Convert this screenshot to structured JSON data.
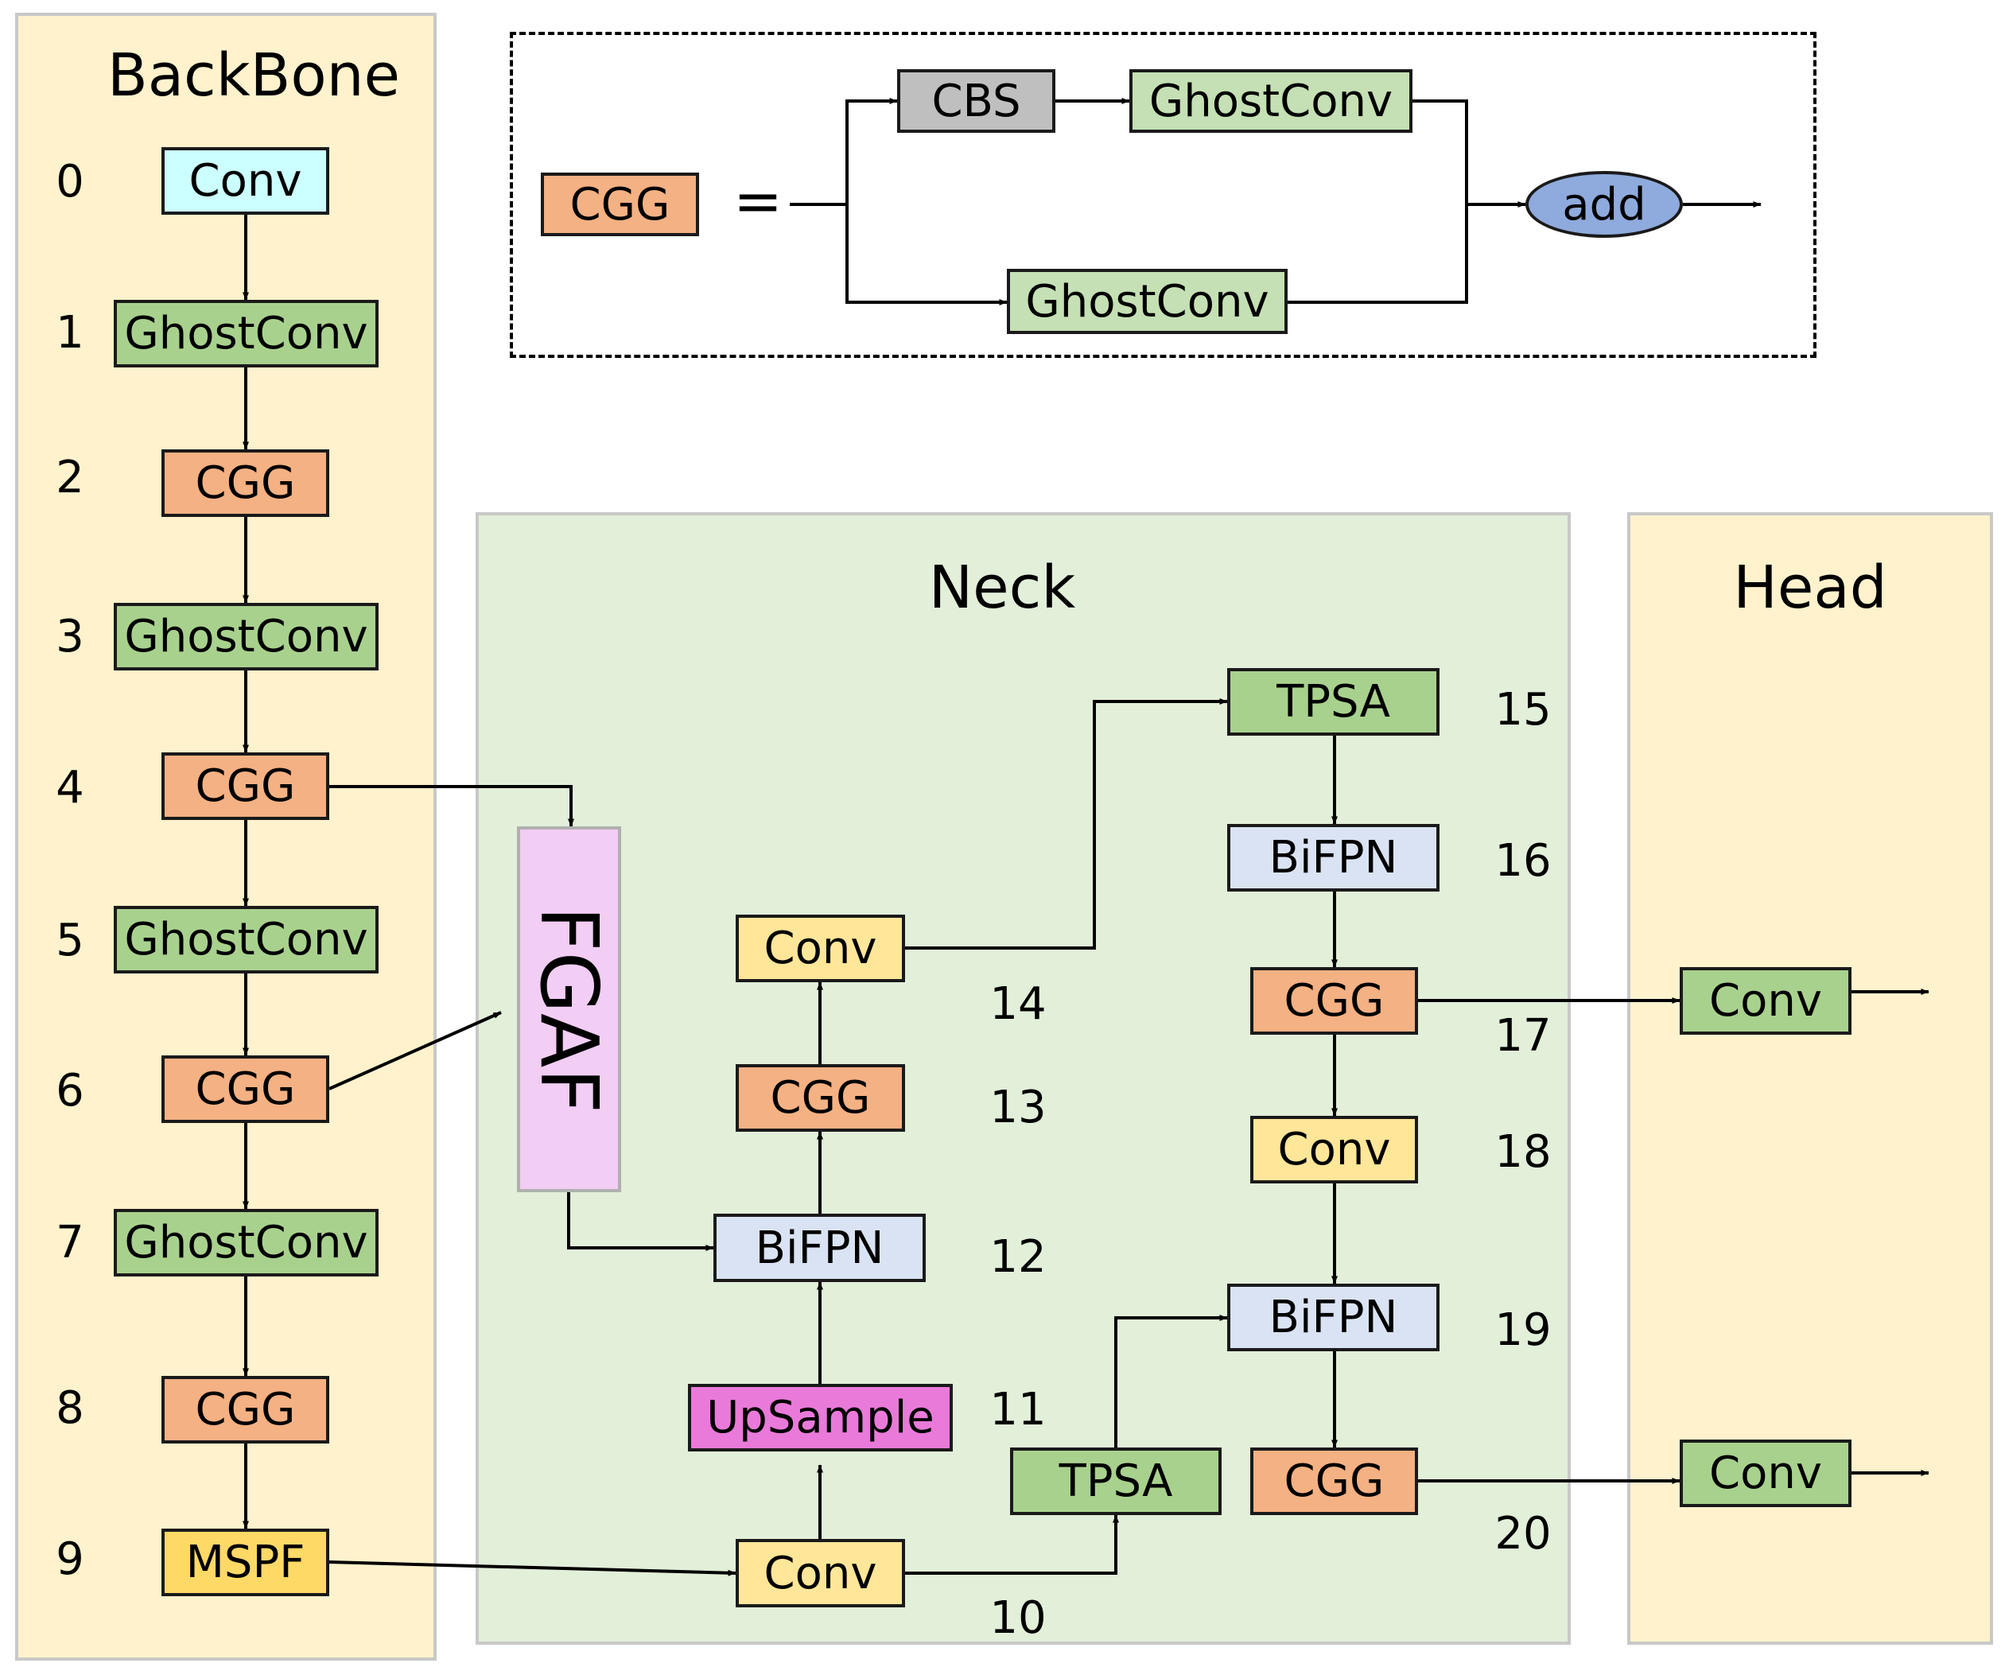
{
  "panels": {
    "backbone": "BackBone",
    "neck": "Neck",
    "head": "Head"
  },
  "colors": {
    "cgg": "#f4b183",
    "ghostconv": "#a9d18e",
    "ghostconv_light": "#c5e0b4",
    "conv_cyan": "#ccffff",
    "conv_yellow": "#ffe699",
    "mspf": "#ffd966",
    "bifpn": "#dae3f3",
    "upsample": "#e97ad9",
    "fgaf": "#f2cdf4",
    "cbs": "#bfbfbf",
    "add": "#8faadc"
  },
  "legend": {
    "cgg": "CGG",
    "equals": "=",
    "cbs": "CBS",
    "ghostconv_top": "GhostConv",
    "ghostconv_bottom": "GhostConv",
    "add": "add"
  },
  "backbone": {
    "n0": {
      "label": "Conv",
      "index": "0"
    },
    "n1": {
      "label": "GhostConv",
      "index": "1"
    },
    "n2": {
      "label": "CGG",
      "index": "2"
    },
    "n3": {
      "label": "GhostConv",
      "index": "3"
    },
    "n4": {
      "label": "CGG",
      "index": "4"
    },
    "n5": {
      "label": "GhostConv",
      "index": "5"
    },
    "n6": {
      "label": "CGG",
      "index": "6"
    },
    "n7": {
      "label": "GhostConv",
      "index": "7"
    },
    "n8": {
      "label": "CGG",
      "index": "8"
    },
    "n9": {
      "label": "MSPF",
      "index": "9"
    }
  },
  "neck": {
    "fgaf": "FGAF",
    "n10": {
      "label": "Conv",
      "index": "10"
    },
    "n11": {
      "label": "UpSample",
      "index": "11"
    },
    "n12": {
      "label": "BiFPN",
      "index": "12"
    },
    "n13": {
      "label": "CGG",
      "index": "13"
    },
    "n14": {
      "label": "Conv",
      "index": "14"
    },
    "n15": {
      "label": "TPSA",
      "index": "15"
    },
    "n16": {
      "label": "BiFPN",
      "index": "16"
    },
    "n17": {
      "label": "CGG",
      "index": "17"
    },
    "n18": {
      "label": "Conv",
      "index": "18"
    },
    "n19": {
      "label": "BiFPN",
      "index": "19"
    },
    "n20": {
      "label": "CGG",
      "index": "20"
    },
    "tpsa_low": "TPSA"
  },
  "head": {
    "conv_top": "Conv",
    "conv_bottom": "Conv"
  }
}
